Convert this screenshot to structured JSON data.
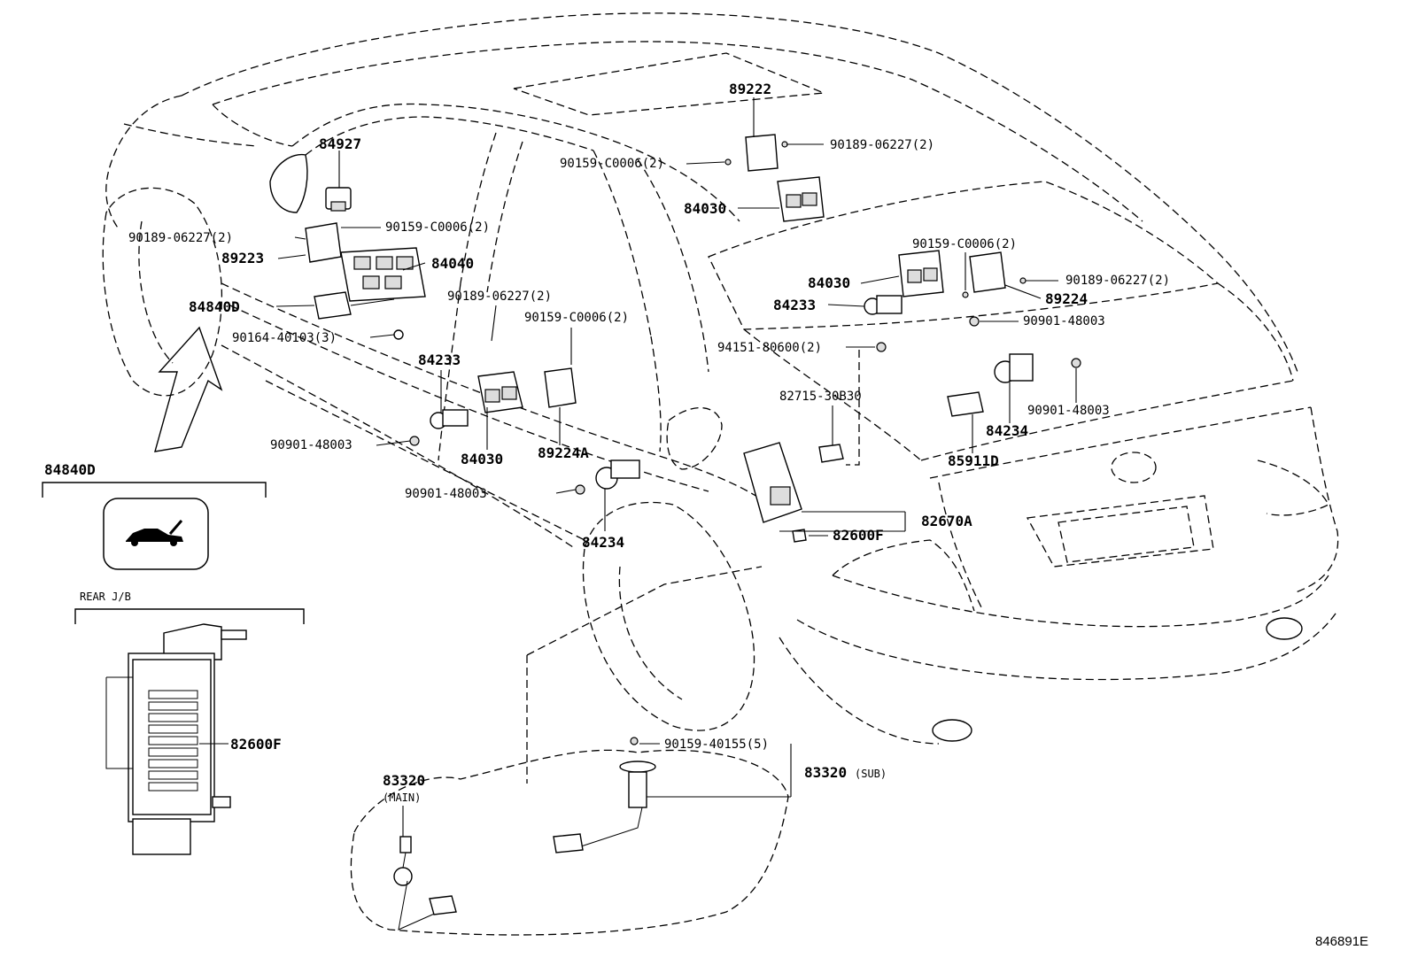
{
  "diagram_id": "846891E",
  "inset_lamp": {
    "part": "84840D"
  },
  "inset_jb": {
    "title": "REAR J/B",
    "part": "82600F"
  },
  "labels": {
    "p84927": "84927",
    "p90189_a": "90189-06227(2)",
    "p90159_a": "90159-C0006(2)",
    "p89223": "89223",
    "p84040": "84040",
    "p84840d": "84840D",
    "p90164": "90164-40103(3)",
    "p90189_b": "90189-06227(2)",
    "p90159_b": "90159-C0006(2)",
    "p84233_a": "84233",
    "p90901_a": "90901-48003",
    "p84030_a": "84030",
    "p89224a": "89224A",
    "p90901_b": "90901-48003",
    "p84234_a": "84234",
    "p89222": "89222",
    "p90159_c": "90159-C0006(2)",
    "p90189_c": "90189-06227(2)",
    "p84030_b": "84030",
    "p90159_d": "90159-C0006(2)",
    "p84030_c": "84030",
    "p84233_b": "84233",
    "p89224": "89224",
    "p90189_d": "90189-06227(2)",
    "p90901_c": "90901-48003",
    "p94151": "94151-80600(2)",
    "p82715": "82715-30B30",
    "p90901_d": "90901-48003",
    "p84234_b": "84234",
    "p85911d": "85911D",
    "p82670a": "82670A",
    "p82600f": "82600F",
    "p83320_main": "83320",
    "p83320_main_sub": "(MAIN)",
    "p90159_e": "90159-40155(5)",
    "p83320_sub": "83320",
    "p83320_sub_sfx": "(SUB)"
  }
}
